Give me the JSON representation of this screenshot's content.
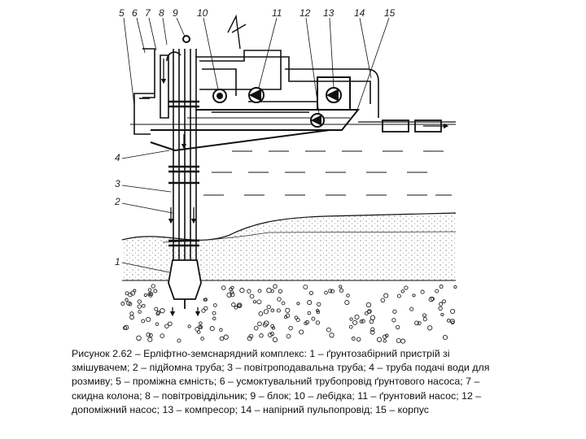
{
  "diagram": {
    "labels": {
      "n1": "1",
      "n2": "2",
      "n3": "3",
      "n4": "4",
      "n5": "5",
      "n6": "6",
      "n7": "7",
      "n8": "8",
      "n9": "9",
      "n10": "10",
      "n11": "11",
      "n12": "12",
      "n13": "13",
      "n14": "14",
      "n15": "15"
    }
  },
  "caption": {
    "text": "Рисунок 2.62 – Ерліфтно-земснарядний комплекс: 1 – ґрунтозабірний пристрій зі змішувачем; 2 – підйомна труба; 3 – повітроподавальна труба; 4 – труба подачі води для розмиву; 5 – проміжна ємність; 6 – усмоктувальний трубопровід ґрунтового насоса; 7 – скидна колона; 8 – повітровіддільник; 9 – блок; 10 – лебідка; 11 – ґрунтовий насос; 12 – допоміжний насос; 13 – компресор; 14 – напірний пульпопровід; 15 – корпус"
  }
}
